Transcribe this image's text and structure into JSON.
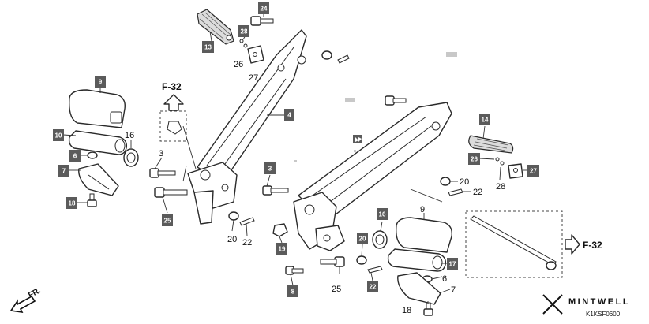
{
  "labels": {
    "l1": "24",
    "l2": "28",
    "l3": "13",
    "l4": "26",
    "l5": "27",
    "l6": "9",
    "l7": "10",
    "l8": "6",
    "l9": "7",
    "l10": "18",
    "l11": "16",
    "l12": "3",
    "l13": "25",
    "l14": "4",
    "l15": "3",
    "l16": "19",
    "l17": "8",
    "l18": "25",
    "l19": "16",
    "l20": "20",
    "l21": "22",
    "l22": "9",
    "l23": "17",
    "l24": "6",
    "l25": "7",
    "l26": "18",
    "l27": "14",
    "l28": "26",
    "l29": "27",
    "l30": "28",
    "l31": "20",
    "l32": "22",
    "l33": "20",
    "l34": "22"
  },
  "refs": {
    "f32_left": "F-32",
    "f32_right": "F-32",
    "front_marker": "FR."
  },
  "brand": {
    "name": "MINTWELL",
    "diagram_code": "K1KSF0600"
  },
  "icons": {
    "front_arrow": "front-direction-arrow-icon",
    "ref_arrow_up": "up-outline-arrow-icon",
    "ref_arrow_right": "right-outline-arrow-icon",
    "stand_marker": "stand-mark-icon",
    "logo": "mintwell-logo-icon"
  },
  "colors": {
    "callout": "#5b5b5b",
    "callout_text": "#ffffff",
    "line": "#2a2a2a"
  }
}
